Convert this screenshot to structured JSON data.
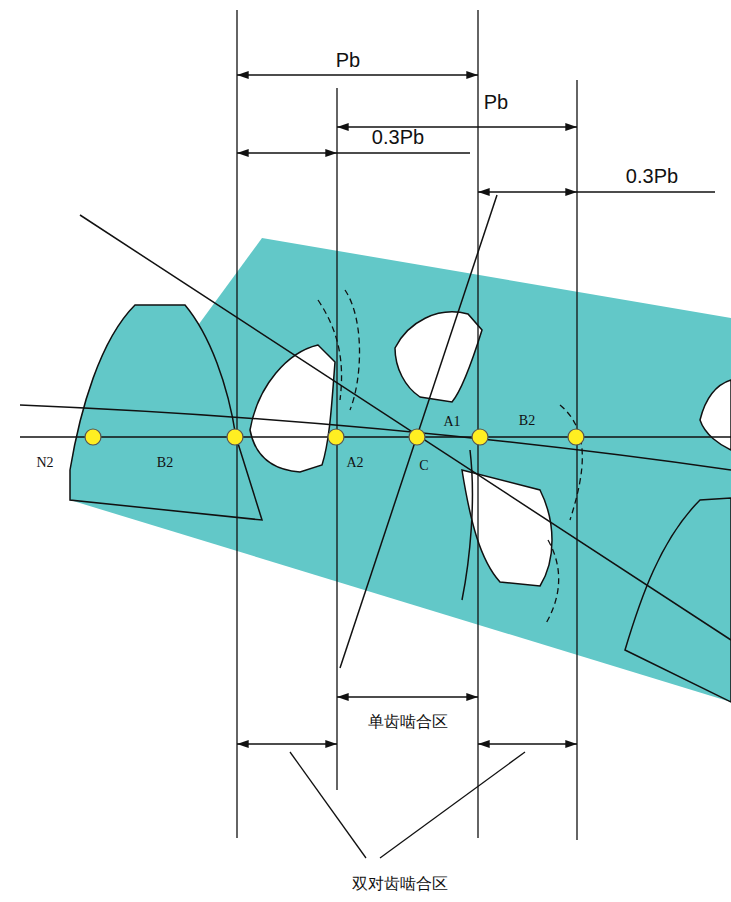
{
  "diagram": {
    "labels": [
      "Pb",
      "Pb",
      "0.3Pb",
      "0.3Pb",
      "N2",
      "B2",
      "A2",
      "C",
      "A1",
      "B2",
      "单齿啮合区",
      "双对齿啮合区"
    ]
  }
}
